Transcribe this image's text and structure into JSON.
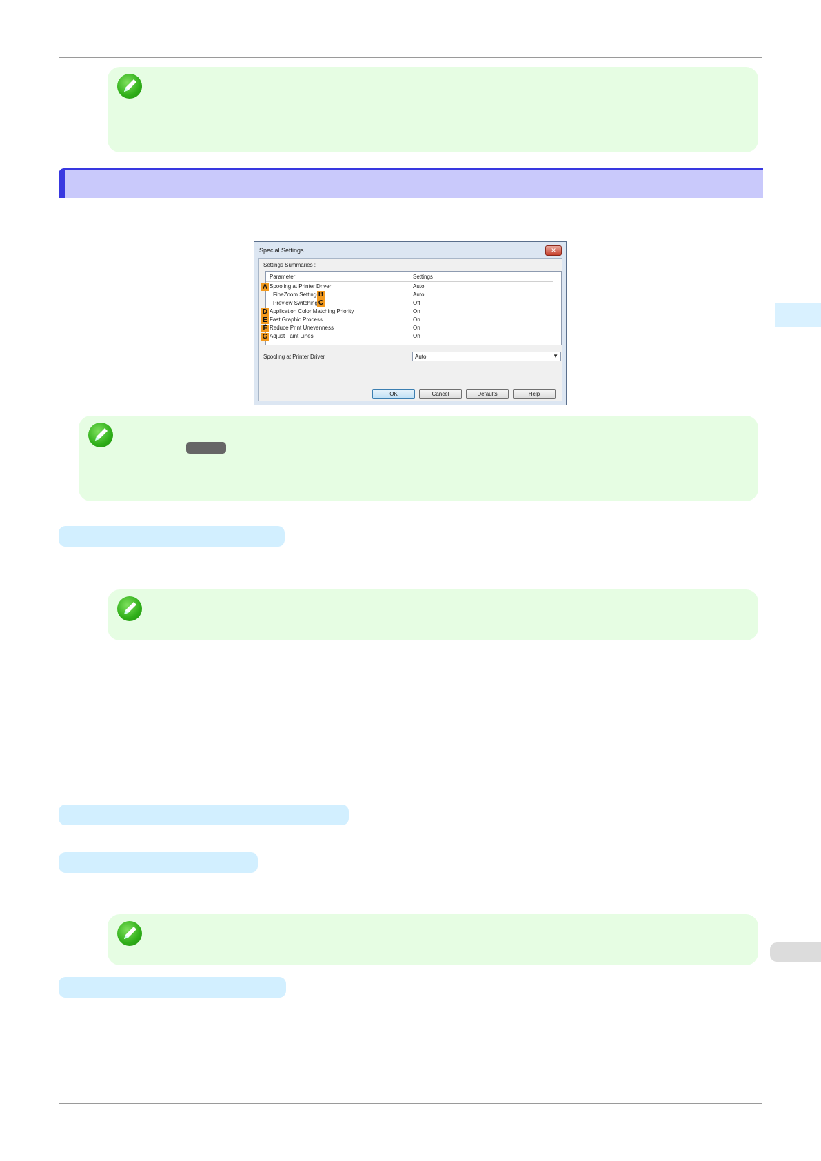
{
  "dialog": {
    "title": "Special Settings",
    "close_glyph": "✕",
    "summaries_label": "Settings Summaries :",
    "columns": {
      "parameter": "Parameter",
      "settings": "Settings"
    },
    "rows": [
      {
        "marker": "A",
        "param": "Spooling at Printer Driver",
        "value": "Auto"
      },
      {
        "marker": "B",
        "param": "FineZoom Settings",
        "value": "Auto"
      },
      {
        "marker": "C",
        "param": "Preview Switching",
        "value": "Off"
      },
      {
        "marker": "D",
        "param": "Application Color Matching Priority",
        "value": "On"
      },
      {
        "marker": "E",
        "param": "Fast Graphic Process",
        "value": "On"
      },
      {
        "marker": "F",
        "param": "Reduce Print Unevenness",
        "value": "On"
      },
      {
        "marker": "G",
        "param": "Adjust Faint Lines",
        "value": "On"
      }
    ],
    "field_label": "Spooling at Printer Driver",
    "field_value": "Auto",
    "buttons": {
      "ok": "OK",
      "cancel": "Cancel",
      "defaults": "Defaults",
      "help": "Help"
    }
  },
  "colors": {
    "note_bg": "#e6fde3",
    "section_bar": "#c9c9fb",
    "section_accent": "#3838e0",
    "sub_bar": "#d2efff",
    "marker": "#f39a1e"
  }
}
